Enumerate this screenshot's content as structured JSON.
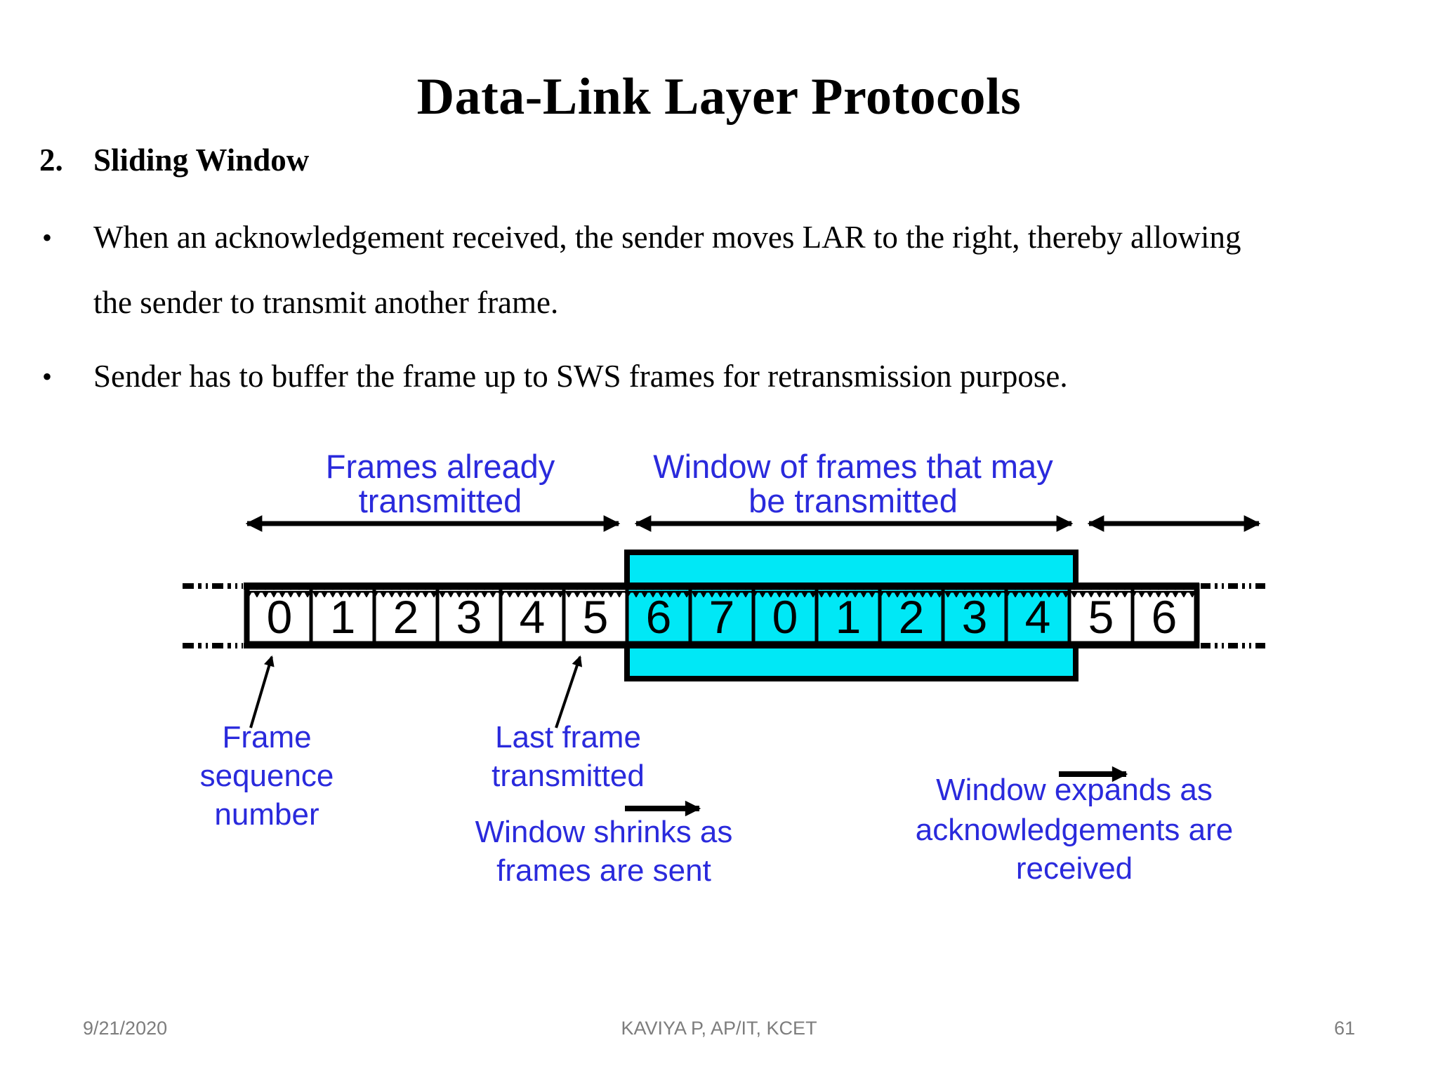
{
  "slide": {
    "title": "Data-Link Layer Protocols",
    "heading": {
      "number": "2.",
      "text": "Sliding Window"
    },
    "bullet_marker": "•",
    "bullets": [
      {
        "lines": [
          "When an acknowledgement received, the sender moves LAR to the right, thereby allowing",
          "the sender to transmit another frame."
        ]
      },
      {
        "lines": [
          "Sender has to buffer the frame up to SWS frames for retransmission purpose."
        ]
      }
    ]
  },
  "diagram": {
    "labels": {
      "frames_already": [
        "Frames already",
        "transmitted"
      ],
      "window_of_frames": [
        "Window of frames that may",
        "be transmitted"
      ],
      "frame_sequence": [
        "Frame",
        "sequence",
        "number"
      ],
      "last_frame": [
        "Last frame",
        "transmitted"
      ],
      "window_shrinks": [
        "Window shrinks as",
        "frames are sent"
      ],
      "window_expands": [
        "Window expands as",
        "acknowledgements are",
        "received"
      ]
    },
    "frame_cells": [
      {
        "value": "0",
        "in_window": false
      },
      {
        "value": "1",
        "in_window": false
      },
      {
        "value": "2",
        "in_window": false
      },
      {
        "value": "3",
        "in_window": false
      },
      {
        "value": "4",
        "in_window": false
      },
      {
        "value": "5",
        "in_window": false
      },
      {
        "value": "6",
        "in_window": true
      },
      {
        "value": "7",
        "in_window": true
      },
      {
        "value": "0",
        "in_window": true
      },
      {
        "value": "1",
        "in_window": true
      },
      {
        "value": "2",
        "in_window": true
      },
      {
        "value": "3",
        "in_window": true
      },
      {
        "value": "4",
        "in_window": true
      },
      {
        "value": "5",
        "in_window": false
      },
      {
        "value": "6",
        "in_window": false
      }
    ],
    "colors": {
      "window_fill": "#00E8F6",
      "label_text": "#2A2ADC",
      "line": "#000000",
      "footer_text": "#7D7D7D"
    }
  },
  "footer": {
    "date": "9/21/2020",
    "center": "KAVIYA P, AP/IT, KCET",
    "page": "61"
  }
}
